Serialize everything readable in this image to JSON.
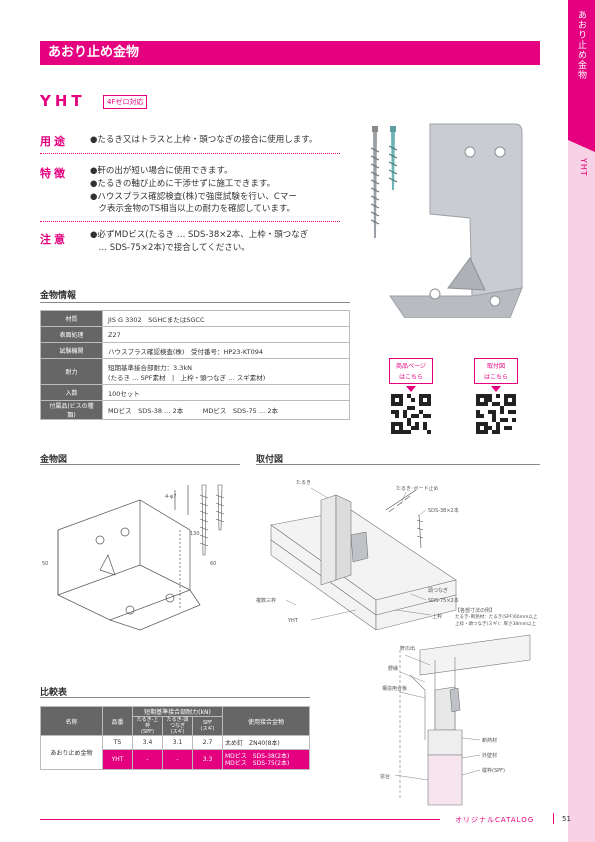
{
  "side_tab": {
    "label": "あおり止め金物",
    "code": "YHT"
  },
  "header": {
    "title": "あおり止め金物"
  },
  "product": {
    "code": "YHT",
    "badge": "4Fゼロ対応"
  },
  "sections": {
    "usage": {
      "label": "用途",
      "bullets": [
        "●たるき又はトラスと上枠・頭つなぎの接合に使用します。"
      ]
    },
    "features": {
      "label": "特徴",
      "bullets": [
        "●軒の出が短い場合に使用できます。",
        "●たるきの軸び止めに干渉せずに施工できます。",
        "●ハウスプラス確認検査(株)で強度試験を行い、Cマー",
        "　ク表示金物のTS相当以上の耐力を確認しています。"
      ]
    },
    "caution": {
      "label": "注意",
      "bullets": [
        "●必ずMDビス(たるき … SDS-38×2本、上枠・頭つなぎ",
        "　… SDS-75×2本)で接合してください。"
      ]
    }
  },
  "spec": {
    "title": "金物情報",
    "rows": [
      {
        "label": "材質",
        "value": "JIS G 3302　SGHCまたはSGCC"
      },
      {
        "label": "表面処理",
        "value": "Z27"
      },
      {
        "label": "試験機関",
        "value": "ハウスプラス確認検査(株)　受付番号：HP23-KT094"
      },
      {
        "label": "耐力",
        "value": "短期基準接合部耐力：3.3kN",
        "value2": "(たるき … SPF素材　|　上枠・頭つなぎ … スギ素材)"
      },
      {
        "label": "入数",
        "value": "100セット"
      },
      {
        "label": "付属品(ビスの種類)",
        "value": "MDビス　SDS-38 … 2本　　　MDビス　SDS-75 … 2本"
      }
    ]
  },
  "qr": {
    "left_label_1": "商品ページ",
    "left_label_2": "はこちら",
    "right_label_1": "取付図",
    "right_label_2": "はこちら"
  },
  "drawings": {
    "metal_title": "金物図",
    "install_title": "取付図",
    "metal_dims": {
      "hole": "4-φ7",
      "d1": "50",
      "d2": "130",
      "d3": "60"
    },
    "install_labels": {
      "rafter": "たるき",
      "rafter_screw": "たるき･ボード止め",
      "screw1": "SDS-38×2本",
      "ridge": "頭つなぎ",
      "screw2": "SDS-75×2本",
      "top_plate": "上枠",
      "frame": "複数三枠",
      "yht": "YHT",
      "note_title": "【各部寸法の例】",
      "note_1": "たるき･断熱材：たるき(SPF)60mm以上",
      "note_2": "上枠・頭つなぎ(スギ)：厚さ38mm以上",
      "eave": "軒の出",
      "ceiling": "野縁",
      "board": "構造用合板",
      "insulation": "断熱材",
      "wall": "外壁材",
      "stud": "縦枠(SPF)",
      "sill": "窓台"
    }
  },
  "comparison": {
    "title": "比較表",
    "header_group": "短期基準接合部耐力(kN)",
    "col_name": "名称",
    "col_code": "品番",
    "col_a": "たるき-上枠",
    "col_a2": "(SPF)",
    "col_b": "たるき-頭つなぎ",
    "col_b2": "(スギ)",
    "col_c": "SPF",
    "col_c2": "(スギ)",
    "col_screw": "使用接合金物",
    "row_label": "あおり止め金物",
    "rows": [
      {
        "code": "TS",
        "a": "3.4",
        "b": "3.1",
        "c": "2.7",
        "screw": "太め釘　ZN40(8本)",
        "screw2": ""
      },
      {
        "code": "YHT",
        "a": "-",
        "b": "-",
        "c": "3.3",
        "screw": "MDビス　SDS-38(2本)",
        "screw2": "MDビス　SDS-75(2本)"
      }
    ]
  },
  "footer": {
    "text": "オリジナルCATALOG",
    "page": "51"
  },
  "colors": {
    "accent": "#e4007f",
    "light": "#f6d2e4",
    "table_header": "#666666"
  }
}
